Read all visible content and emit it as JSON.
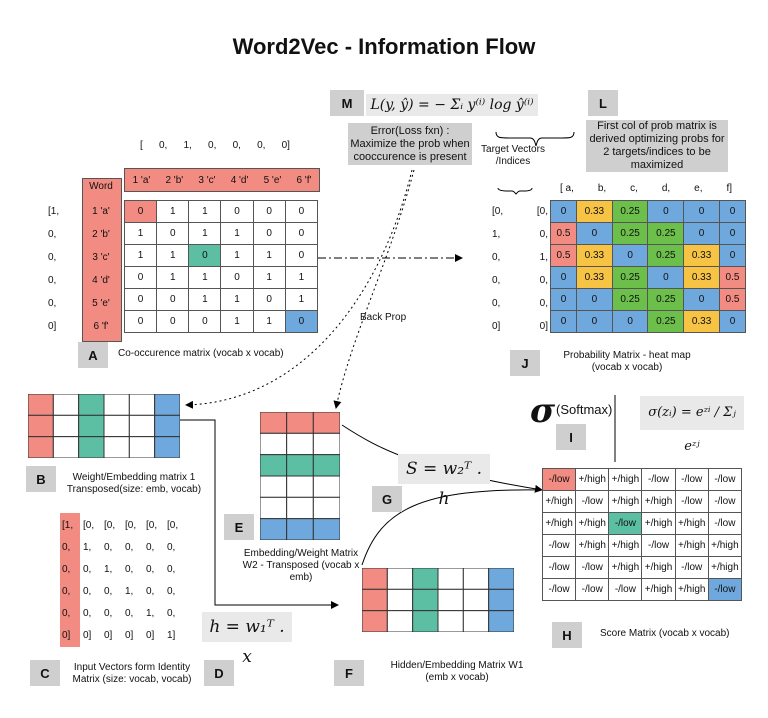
{
  "title": "Word2Vec - Information Flow",
  "labels": {
    "A": "A",
    "B": "B",
    "C": "C",
    "D": "D",
    "E": "E",
    "F": "F",
    "G": "G",
    "H": "H",
    "I": "I",
    "J": "J",
    "L": "L",
    "M": "M"
  },
  "captions": {
    "A": "Co-occurence matrix (vocab x vocab)",
    "B": "Weight/Embedding matrix 1 Transposed(size: emb, vocab)",
    "C": "Input Vectors form Identity Matrix (size: vocab, vocab)",
    "E": "Embedding/Weight Matrix W2 - Transposed (vocab x emb)",
    "F": "Hidden/Embedding Matrix W1 (emb x vocab)",
    "H": "Score Matrix (vocab x vocab)",
    "J": "Probability Matrix - heat map (vocab x vocab)",
    "L": "First col of prob matrix is derived optimizing probs for 2 targets/indices to be maximized",
    "M": "Error(Loss fxn) : Maximize the prob when cooccurence is present",
    "target": "Target Vectors /Indices",
    "backprop": "Back Prop",
    "softmax": "(Softmax)"
  },
  "formulas": {
    "loss": "L(y, ŷ) = − Σᵢ y⁽ⁱ⁾ log ŷ⁽ⁱ⁾",
    "sigma": "σ(zᵢ) = eᶻⁱ / Σⱼ eᶻʲ",
    "S": "S = w₂ᵀ . h",
    "h": "h = w₁ᵀ . x",
    "sigma_symbol": "σ"
  },
  "cooc": {
    "top_vector": [
      "[",
      "0,",
      "1,",
      "0,",
      "0,",
      "0,",
      "0]"
    ],
    "headers": [
      "1 'a'",
      "2 'b'",
      "3 'c'",
      "4 'd'",
      "5 'e'",
      "6 'f'"
    ],
    "word_header": "Word",
    "rows": [
      "1 'a'",
      "2 'b'",
      "3 'c'",
      "4 'd'",
      "5 'e'",
      "6 'f'"
    ],
    "left_vector": [
      "[1,",
      "0,",
      "0,",
      "0,",
      "0,",
      "0]"
    ],
    "cells": [
      [
        "0",
        "1",
        "1",
        "0",
        "0",
        "0"
      ],
      [
        "1",
        "0",
        "1",
        "1",
        "0",
        "0"
      ],
      [
        "1",
        "1",
        "0",
        "1",
        "1",
        "0"
      ],
      [
        "0",
        "1",
        "1",
        "0",
        "1",
        "1"
      ],
      [
        "0",
        "0",
        "1",
        "1",
        "0",
        "1"
      ],
      [
        "0",
        "0",
        "0",
        "1",
        "1",
        "0"
      ]
    ]
  },
  "prob": {
    "headers": [
      "[ a,",
      "b,",
      "c,",
      "d,",
      "e,",
      "f]"
    ],
    "targets": [
      [
        "[0,",
        "[0,"
      ],
      [
        "1,",
        "0,"
      ],
      [
        "0,",
        "1,"
      ],
      [
        "0,",
        "0,"
      ],
      [
        "0,",
        "0,"
      ],
      [
        "0]",
        "0]"
      ]
    ],
    "cells": [
      [
        "0",
        "0.33",
        "0.25",
        "0",
        "0",
        "0"
      ],
      [
        "0.5",
        "0",
        "0.25",
        "0.25",
        "0",
        "0"
      ],
      [
        "0.5",
        "0.33",
        "0",
        "0.25",
        "0.33",
        "0"
      ],
      [
        "0",
        "0.33",
        "0.25",
        "0",
        "0.33",
        "0.5"
      ],
      [
        "0",
        "0",
        "0.25",
        "0.25",
        "0",
        "0.5"
      ],
      [
        "0",
        "0",
        "0",
        "0.25",
        "0.33",
        "0"
      ]
    ]
  },
  "score": {
    "cells": [
      [
        "-/low",
        "+/high",
        "+/high",
        "-/low",
        "-/low",
        "-/low"
      ],
      [
        "+/high",
        "-/low",
        "+/high",
        "+/high",
        "-/low",
        "-/low"
      ],
      [
        "+/high",
        "+/high",
        "-/low",
        "+/high",
        "+/high",
        "-/low"
      ],
      [
        "-/low",
        "+/high",
        "+/high",
        "-/low",
        "+/high",
        "+/high"
      ],
      [
        "-/low",
        "-/low",
        "+/high",
        "+/high",
        "-/low",
        "+/high"
      ],
      [
        "-/low",
        "-/low",
        "-/low",
        "+/high",
        "+/high",
        "-/low"
      ]
    ]
  },
  "identity": {
    "cells": [
      [
        "[1,",
        "[0,",
        "[0,",
        "[0,",
        "[0,",
        "[0,"
      ],
      [
        "0,",
        "1,",
        "0,",
        "0,",
        "0,",
        "0,"
      ],
      [
        "0,",
        "0,",
        "1,",
        "0,",
        "0,",
        "0,"
      ],
      [
        "0,",
        "0,",
        "0,",
        "1,",
        "0,",
        "0,"
      ],
      [
        "0,",
        "0,",
        "0,",
        "0,",
        "1,",
        "0,"
      ],
      [
        "0]",
        "0]",
        "0]",
        "0]",
        "0]",
        "1]"
      ]
    ]
  },
  "colors": {
    "red": "#f28b82",
    "teal": "#5cbfa3",
    "blue": "#6fa8dc",
    "yellow": "#f6c344",
    "green": "#6cbf4a"
  }
}
